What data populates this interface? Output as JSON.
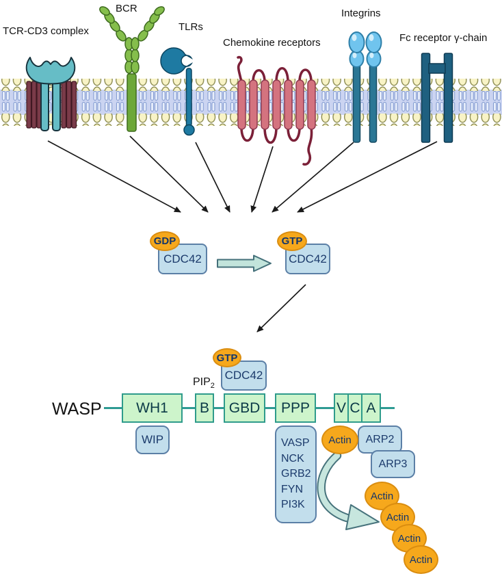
{
  "membrane_receptors": [
    {
      "id": "tcr",
      "label": "TCR-CD3 complex"
    },
    {
      "id": "bcr",
      "label": "BCR"
    },
    {
      "id": "tlr",
      "label": "TLRs"
    },
    {
      "id": "chemokine",
      "label": "Chemokine receptors"
    },
    {
      "id": "integrins",
      "label": "Integrins"
    },
    {
      "id": "fc",
      "label": "Fc receptor γ-chain"
    }
  ],
  "cdc42_cycle": {
    "inactive": {
      "nucleotide": "GDP",
      "protein": "CDC42"
    },
    "active": {
      "nucleotide": "GTP",
      "protein": "CDC42"
    },
    "bound_to_wasp": {
      "nucleotide": "GTP",
      "protein": "CDC42"
    }
  },
  "wasp": {
    "name": "WASP",
    "domains": [
      {
        "label": "WH1"
      },
      {
        "label": "B"
      },
      {
        "label": "GBD"
      },
      {
        "label": "PPP"
      },
      {
        "label": "V"
      },
      {
        "label": "C"
      },
      {
        "label": "A"
      }
    ],
    "pip2": {
      "base": "PIP",
      "subscript": "2"
    },
    "wh1_binder": "WIP",
    "ppp_binders": [
      "VASP",
      "NCK",
      "GRB2",
      "FYN",
      "PI3K"
    ],
    "v_binder": "Actin",
    "arp_complex": [
      "ARP2",
      "ARP3"
    ],
    "actin_filament": [
      "Actin",
      "Actin",
      "Actin",
      "Actin"
    ]
  },
  "colors": {
    "membrane_head": "#F8F3C6",
    "membrane_band": "#CBD4F1",
    "tcr_teal": "#66BDC6",
    "cd3_maroon": "#7A3B49",
    "bcr_green": "#85BE4C",
    "tlr_teal": "#1E7AA2",
    "chemokine_pink": "#D4737F",
    "chemokine_loop": "#7B2038",
    "integrin_blue": "#70C4EE",
    "fc_teal": "#1F6080",
    "domain_green": "#CDF4CB",
    "domain_border": "#2E9B8B",
    "binder_blue": "#C2DEEC",
    "nucleotide_orange": "#F6A81C",
    "text_navy": "#1B3A6B",
    "text_dark_teal": "#0B3A47",
    "block_arrow_fill": "#C2E4DB"
  }
}
